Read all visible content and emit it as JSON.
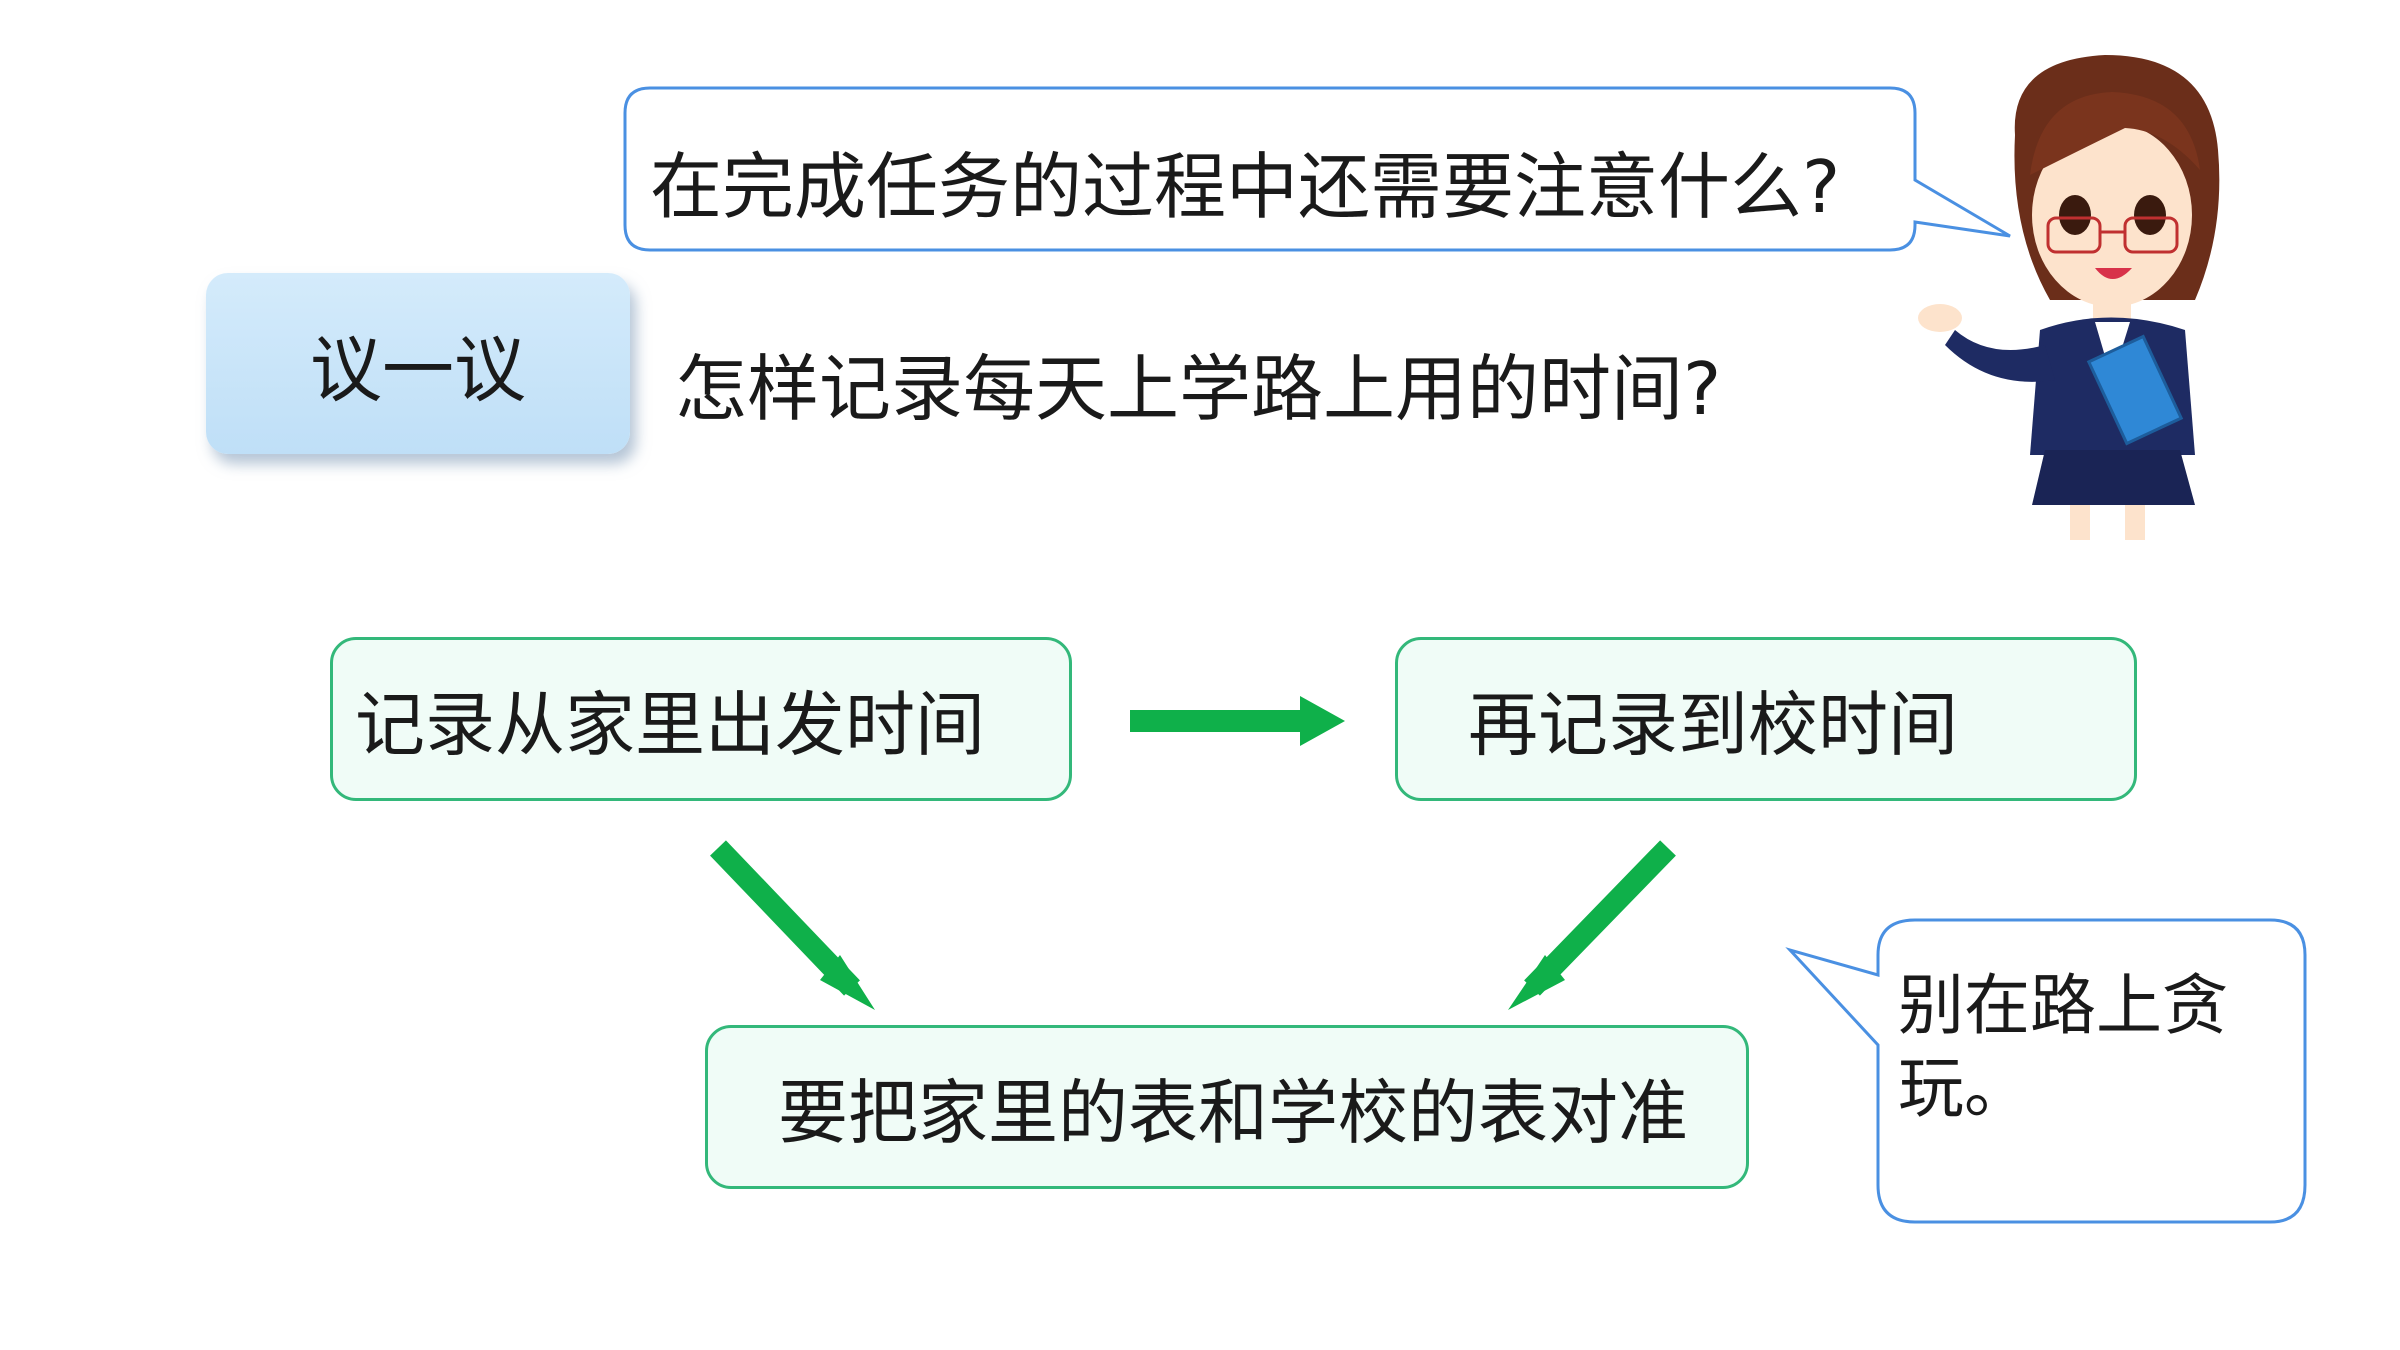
{
  "speech_bubble": {
    "question": "在完成任务的过程中还需要注意什么?"
  },
  "discuss": {
    "label": "议一议",
    "question": "怎样记录每天上学路上用的时间?"
  },
  "flow": {
    "step1": "记录从家里出发时间",
    "step2": "再记录到校时间",
    "step3": "要把家里的表和学校的表对准"
  },
  "tip_bubble": {
    "text": "别在路上贪玩。"
  },
  "colors": {
    "bubble_border": "#4a90e2",
    "flow_border": "#33b87a",
    "arrow": "#0fb04a",
    "label_bg": "#c9e6fa"
  }
}
